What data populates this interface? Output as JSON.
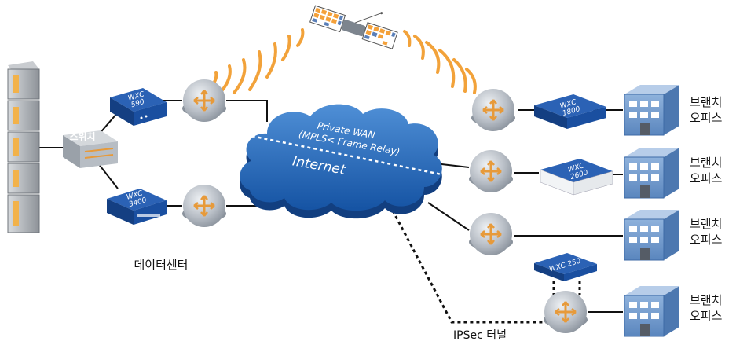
{
  "cloud": {
    "private_wan_line1": "Private WAN",
    "private_wan_line2": "(MPLS< Frame Relay)",
    "internet": "Internet"
  },
  "switch_label": "스위치",
  "devices": {
    "wxc590": [
      "WXC",
      "590"
    ],
    "wxc3400": [
      "WXC",
      "3400"
    ],
    "wxc1800": [
      "WXC",
      "1800"
    ],
    "wxc2600": [
      "WXC",
      "2600"
    ],
    "wxc250": "WXC 250"
  },
  "datacenter_label": "데이터센터",
  "branches": [
    {
      "line1": "브랜치",
      "line2": "오피스"
    },
    {
      "line1": "브랜치",
      "line2": "오피스"
    },
    {
      "line1": "브랜치",
      "line2": "오피스"
    },
    {
      "line1": "브랜치",
      "line2": "오피스"
    }
  ],
  "tunnel_label": "IPSec 터널",
  "colors": {
    "cloud": "#1f63b2",
    "device": "#1a4fa0",
    "router": "#b9bfc6",
    "building": "#6a93c8",
    "waves": "#f2a23a"
  }
}
